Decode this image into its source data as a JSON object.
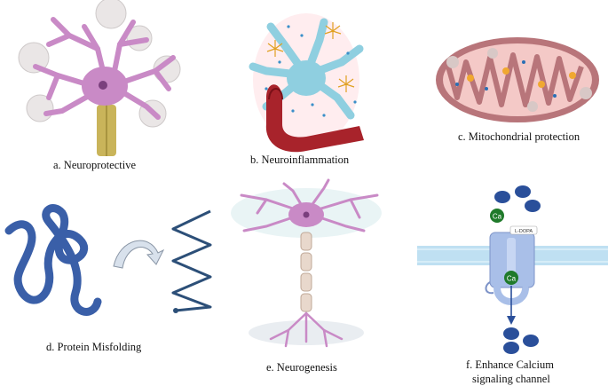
{
  "panels": [
    {
      "id": "a",
      "caption": "a. Neuroprotective"
    },
    {
      "id": "b",
      "caption": "b. Neuroinflammation"
    },
    {
      "id": "c",
      "caption": "c. Mitochondrial protection"
    },
    {
      "id": "d",
      "caption": "d. Protein Misfolding"
    },
    {
      "id": "e",
      "caption": "e. Neurogenesis"
    },
    {
      "id": "f",
      "caption_line1": "f. Enhance Calcium",
      "caption_line2": "signaling channel"
    }
  ],
  "labels": {
    "ca_top": "Ca",
    "ca_bottom": "Ca",
    "drug": "L-DOPA"
  },
  "colors": {
    "neuron_pink": "#c98ac6",
    "neuron_dark": "#7a3f7d",
    "myelin_gold": "#c9b45a",
    "glia_blue": "#8fcfe0",
    "vessel_red": "#a8232b",
    "mito_outer": "#b8757a",
    "protein_blue": "#3a5fa8",
    "membrane": "#bfe0f2",
    "channel": "#a9bfe8",
    "calcium_green": "#1f7a2a",
    "ion_blue": "#2a4f9a"
  }
}
